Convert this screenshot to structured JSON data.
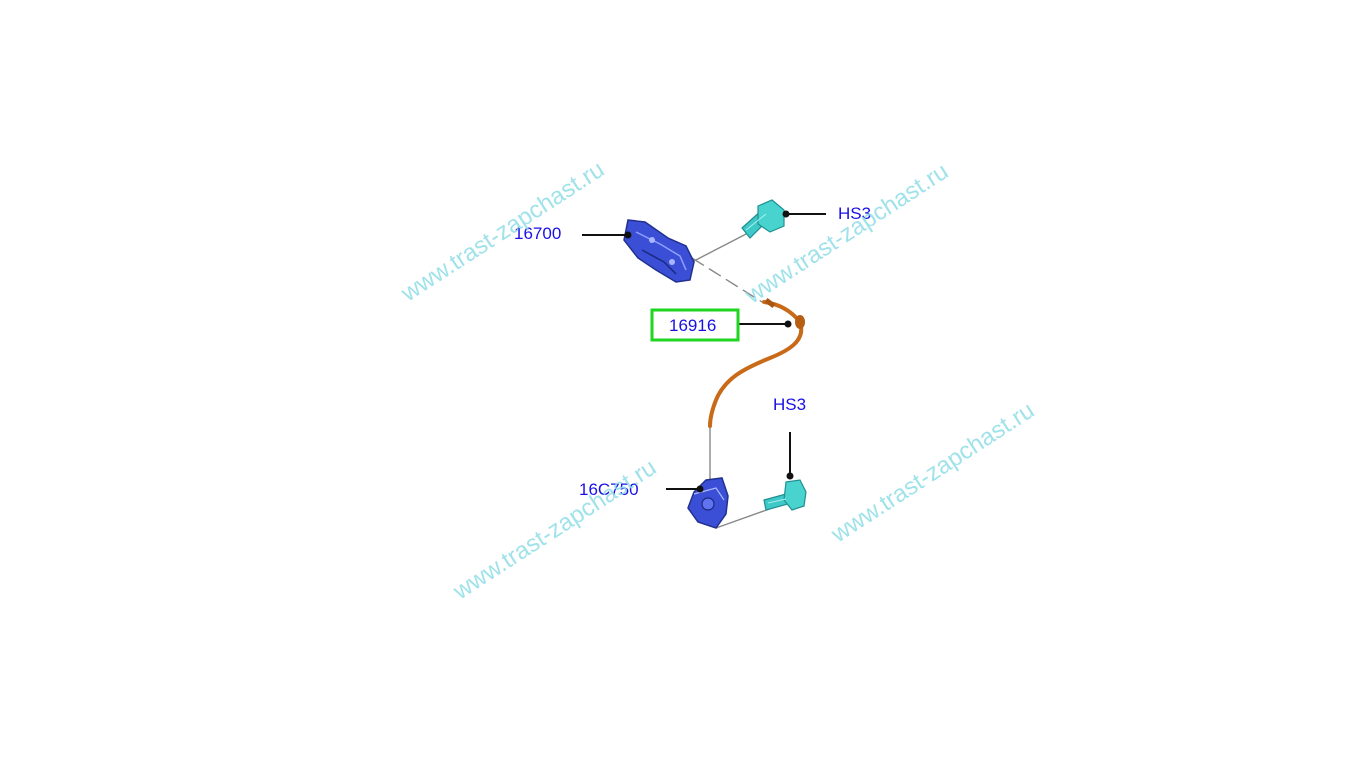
{
  "callouts": {
    "part_16700": "16700",
    "part_hs3_top": "HS3",
    "part_16916": "16916",
    "part_hs3_bottom": "HS3",
    "part_16c750": "16C750"
  },
  "selected_part": "16916",
  "watermarks": [
    "www.trast-zapchast.ru",
    "www.trast-zapchast.ru",
    "www.trast-zapchast.ru",
    "www.trast-zapchast.ru"
  ],
  "colors": {
    "label": "#1a10e6",
    "highlight_box": "#1fd61f",
    "cable": "#c86a18",
    "latch": "#3a4fd6",
    "bolt": "#3fc8c8",
    "watermark": "#8fdde6"
  }
}
